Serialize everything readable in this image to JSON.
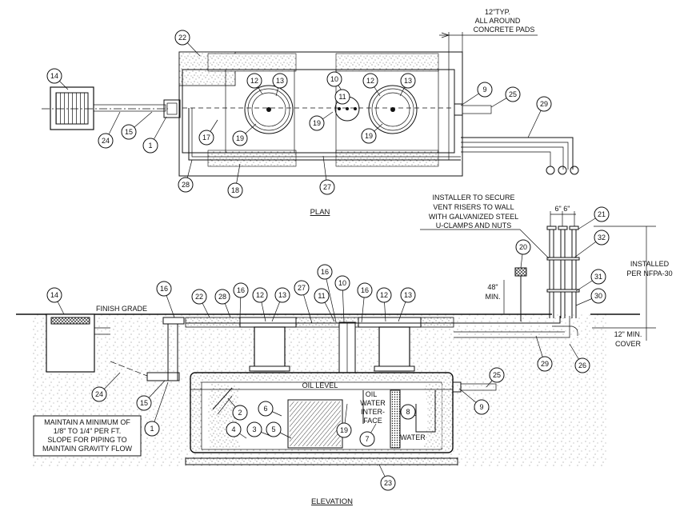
{
  "titles": {
    "plan": "PLAN",
    "elevation": "ELEVATION"
  },
  "notes": {
    "pads_line1": "12\"TYP.",
    "pads_line2": "ALL AROUND",
    "pads_line3": "CONCRETE PADS",
    "vent_line1": "INSTALLER TO SECURE",
    "vent_line2": "VENT RISERS TO WALL",
    "vent_line3": "WITH GALVANIZED STEEL",
    "vent_line4": "U-CLAMPS AND NUTS",
    "spacing": "6\" 6\"",
    "installed_line1": "INSTALLED",
    "installed_line2": "PER NFPA-30",
    "min48_line1": "48\"",
    "min48_line2": "MIN.",
    "finish_grade": "FINISH GRADE",
    "cover_line1": "12\" MIN.",
    "cover_line2": "COVER",
    "oil_level": "OIL LEVEL",
    "oil_water_line1": "OIL",
    "oil_water_line2": "WATER",
    "oil_water_line3": "INTER-",
    "oil_water_line4": "FACE",
    "water": "WATER",
    "slope_line1": "MAINTAIN A MINIMUM OF",
    "slope_line2": "1/8\" TO 1/4\" PER FT.",
    "slope_line3": "SLOPE FOR PIPING TO",
    "slope_line4": "MAINTAIN GRAVITY FLOW"
  },
  "plan_callouts": [
    "22",
    "14",
    "12",
    "13",
    "10",
    "12",
    "13",
    "9",
    "25",
    "29",
    "11",
    "19",
    "19",
    "19",
    "24",
    "15",
    "1",
    "17",
    "28",
    "18",
    "27"
  ],
  "elev_callouts": [
    "21",
    "32",
    "20",
    "31",
    "30",
    "14",
    "16",
    "22",
    "28",
    "16",
    "12",
    "13",
    "27",
    "16",
    "10",
    "16",
    "12",
    "13",
    "11",
    "29",
    "26",
    "25",
    "24",
    "15",
    "1",
    "9",
    "2",
    "6",
    "3",
    "4",
    "5",
    "19",
    "7",
    "8",
    "23"
  ]
}
